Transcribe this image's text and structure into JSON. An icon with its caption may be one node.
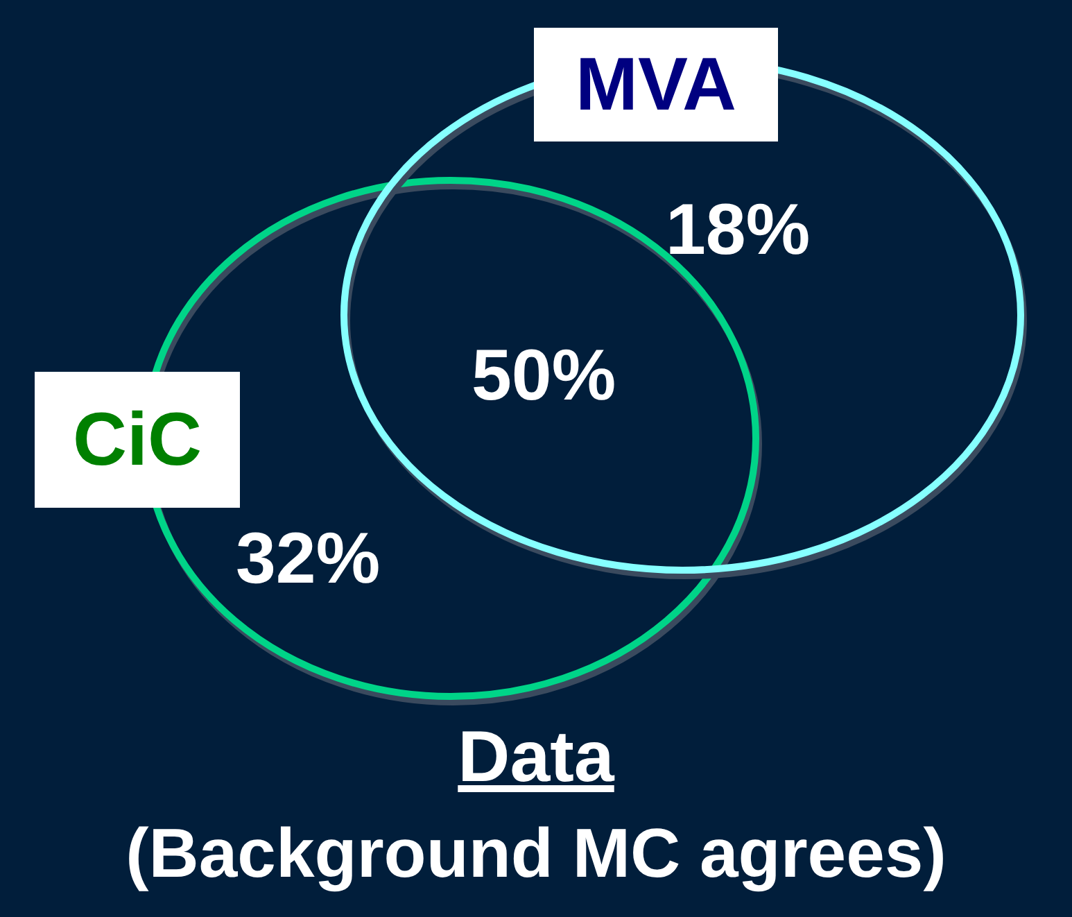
{
  "diagram": {
    "title": "Data",
    "caption": "(Background MC agrees)",
    "nodes": [
      {
        "text": [
          "18%"
        ]
      },
      {
        "text": [
          "MVA"
        ]
      },
      {
        "text": [
          "32%"
        ]
      },
      {
        "text": [
          "CiC"
        ]
      }
    ],
    "labels": [
      "50%"
    ]
  }
}
